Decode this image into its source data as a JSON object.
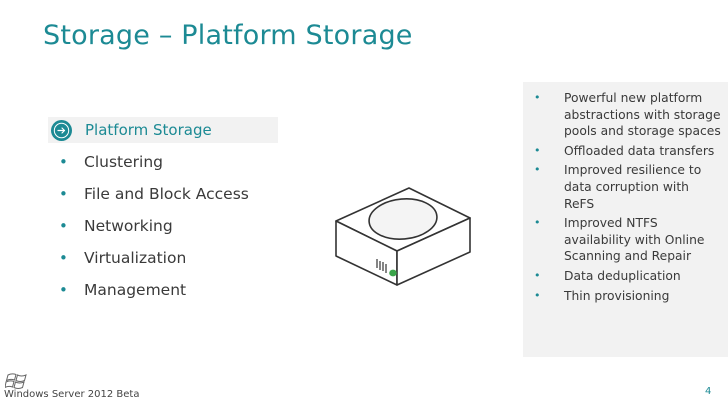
{
  "slide": {
    "title": "Storage – Platform Storage"
  },
  "agenda": {
    "active_label": "Platform Storage",
    "items": [
      "Clustering",
      "File and Block Access",
      "Networking",
      "Virtualization",
      "Management"
    ]
  },
  "features": [
    "Powerful new platform abstractions with storage pools and storage spaces",
    "Offloaded data transfers",
    "Improved resilience to data corruption with ReFS",
    "Improved NTFS availability with Online Scanning and Repair",
    "Data deduplication",
    "Thin provisioning"
  ],
  "footer": {
    "product": "Windows Server 2012 Beta",
    "page_number": "4"
  },
  "icons": {
    "agenda_arrow": "circle-arrow-right-icon",
    "drive": "storage-drive-icon",
    "logo": "windows-logo-icon"
  },
  "colors": {
    "accent": "#1c8a94",
    "text": "#3a3a3a",
    "panel_bg": "#f2f2f2",
    "led": "#3aa44a"
  }
}
